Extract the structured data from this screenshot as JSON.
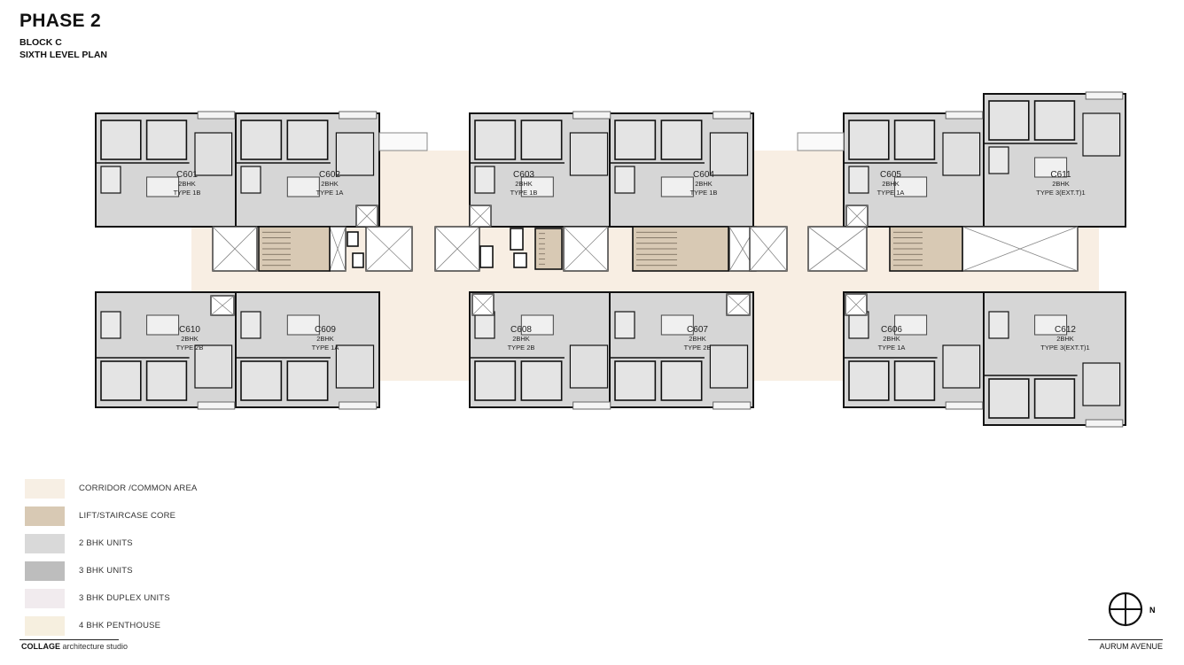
{
  "header": {
    "title": "PHASE 2",
    "block": "BLOCK C",
    "level": "SIXTH LEVEL PLAN"
  },
  "units": [
    {
      "id": "C601",
      "bhk": "2BHK",
      "type": "TYPE 1B"
    },
    {
      "id": "C602",
      "bhk": "2BHK",
      "type": "TYPE 1A"
    },
    {
      "id": "C603",
      "bhk": "2BHK",
      "type": "TYPE 1B"
    },
    {
      "id": "C604",
      "bhk": "2BHK",
      "type": "TYPE 1B"
    },
    {
      "id": "C605",
      "bhk": "2BHK",
      "type": "TYPE 1A"
    },
    {
      "id": "C611",
      "bhk": "2BHK",
      "type": "TYPE 3(EXT.T)1"
    },
    {
      "id": "C610",
      "bhk": "2BHK",
      "type": "TYPE 2B"
    },
    {
      "id": "C609",
      "bhk": "2BHK",
      "type": "TYPE 1A"
    },
    {
      "id": "C608",
      "bhk": "2BHK",
      "type": "TYPE 2B"
    },
    {
      "id": "C607",
      "bhk": "2BHK",
      "type": "TYPE 2B"
    },
    {
      "id": "C606",
      "bhk": "2BHK",
      "type": "TYPE 1A"
    },
    {
      "id": "C612",
      "bhk": "2BHK",
      "type": "TYPE 3(EXT.T)1"
    }
  ],
  "legend": [
    {
      "label": "CORRIDOR /COMMON AREA",
      "color": "#f7efe4"
    },
    {
      "label": "LIFT/STAIRCASE CORE",
      "color": "#d8c9b4"
    },
    {
      "label": "2 BHK UNITS",
      "color": "#d9d9d9"
    },
    {
      "label": "3 BHK UNITS",
      "color": "#bdbdbd"
    },
    {
      "label": "3 BHK DUPLEX UNITS",
      "color": "#f1ebee"
    },
    {
      "label": "4 BHK PENTHOUSE",
      "color": "#f6efdf"
    }
  ],
  "colors": {
    "corridor": "#f8eee3",
    "core": "#d8c9b4",
    "unit": "#d6d6d6",
    "wall": "#111111",
    "shaft": "#ffffff"
  },
  "footer": {
    "studio_name": "COLLAGE",
    "studio_suffix": "architecture studio",
    "project": "AURUM AVENUE"
  },
  "north": {
    "label": "N"
  }
}
